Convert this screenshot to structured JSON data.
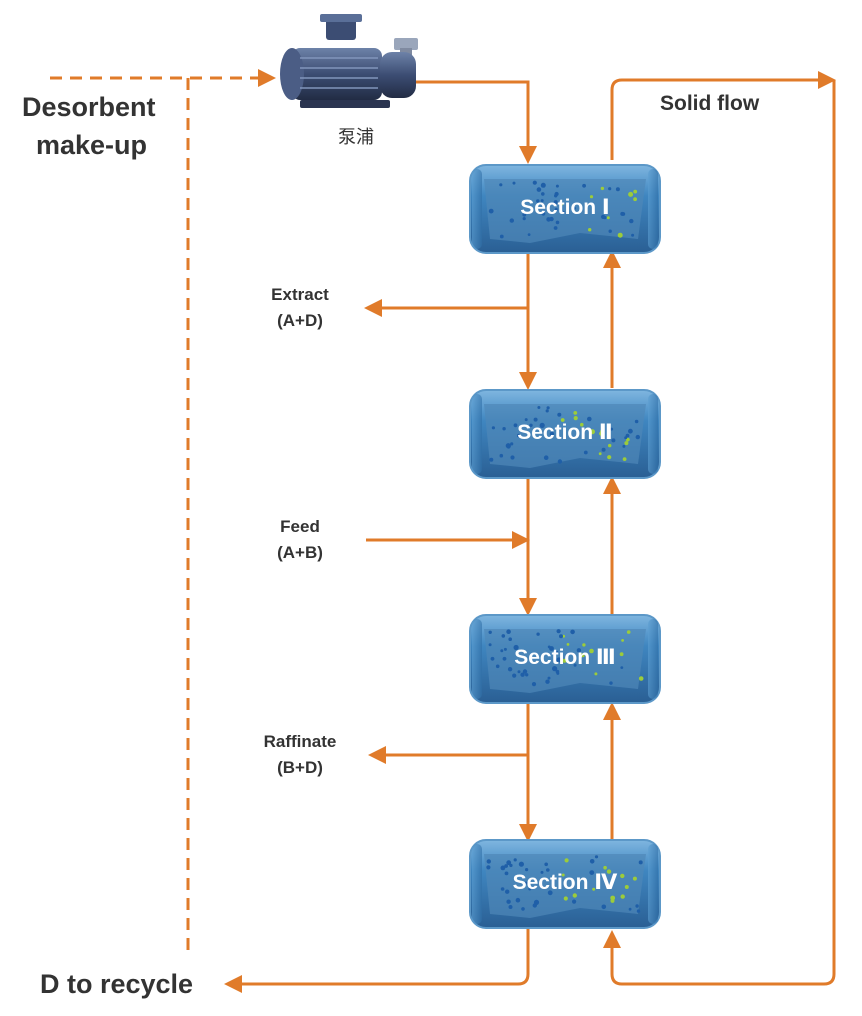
{
  "colors": {
    "flow": "#e07b2a",
    "column": "#3f86c0",
    "column_dark": "#2a5f94",
    "text": "#333333"
  },
  "labels": {
    "desorbent_line1": "Desorbent",
    "desorbent_line2": "make-up",
    "pump": "泵浦",
    "solid_flow": "Solid flow",
    "extract_line1": "Extract",
    "extract_line2": "(A+D)",
    "feed_line1": "Feed",
    "feed_line2": "(A+B)",
    "raffinate_line1": "Raffinate",
    "raffinate_line2": "(B+D)",
    "recycle": "D to recycle"
  },
  "sections": [
    {
      "name": "Section",
      "numeral": "Ⅰ"
    },
    {
      "name": "Section",
      "numeral": "Ⅱ"
    },
    {
      "name": "Section",
      "numeral": "Ⅲ"
    },
    {
      "name": "Section",
      "numeral": "Ⅳ"
    }
  ],
  "icons": {
    "pump": "pump-icon",
    "column": "column-vessel-icon"
  }
}
